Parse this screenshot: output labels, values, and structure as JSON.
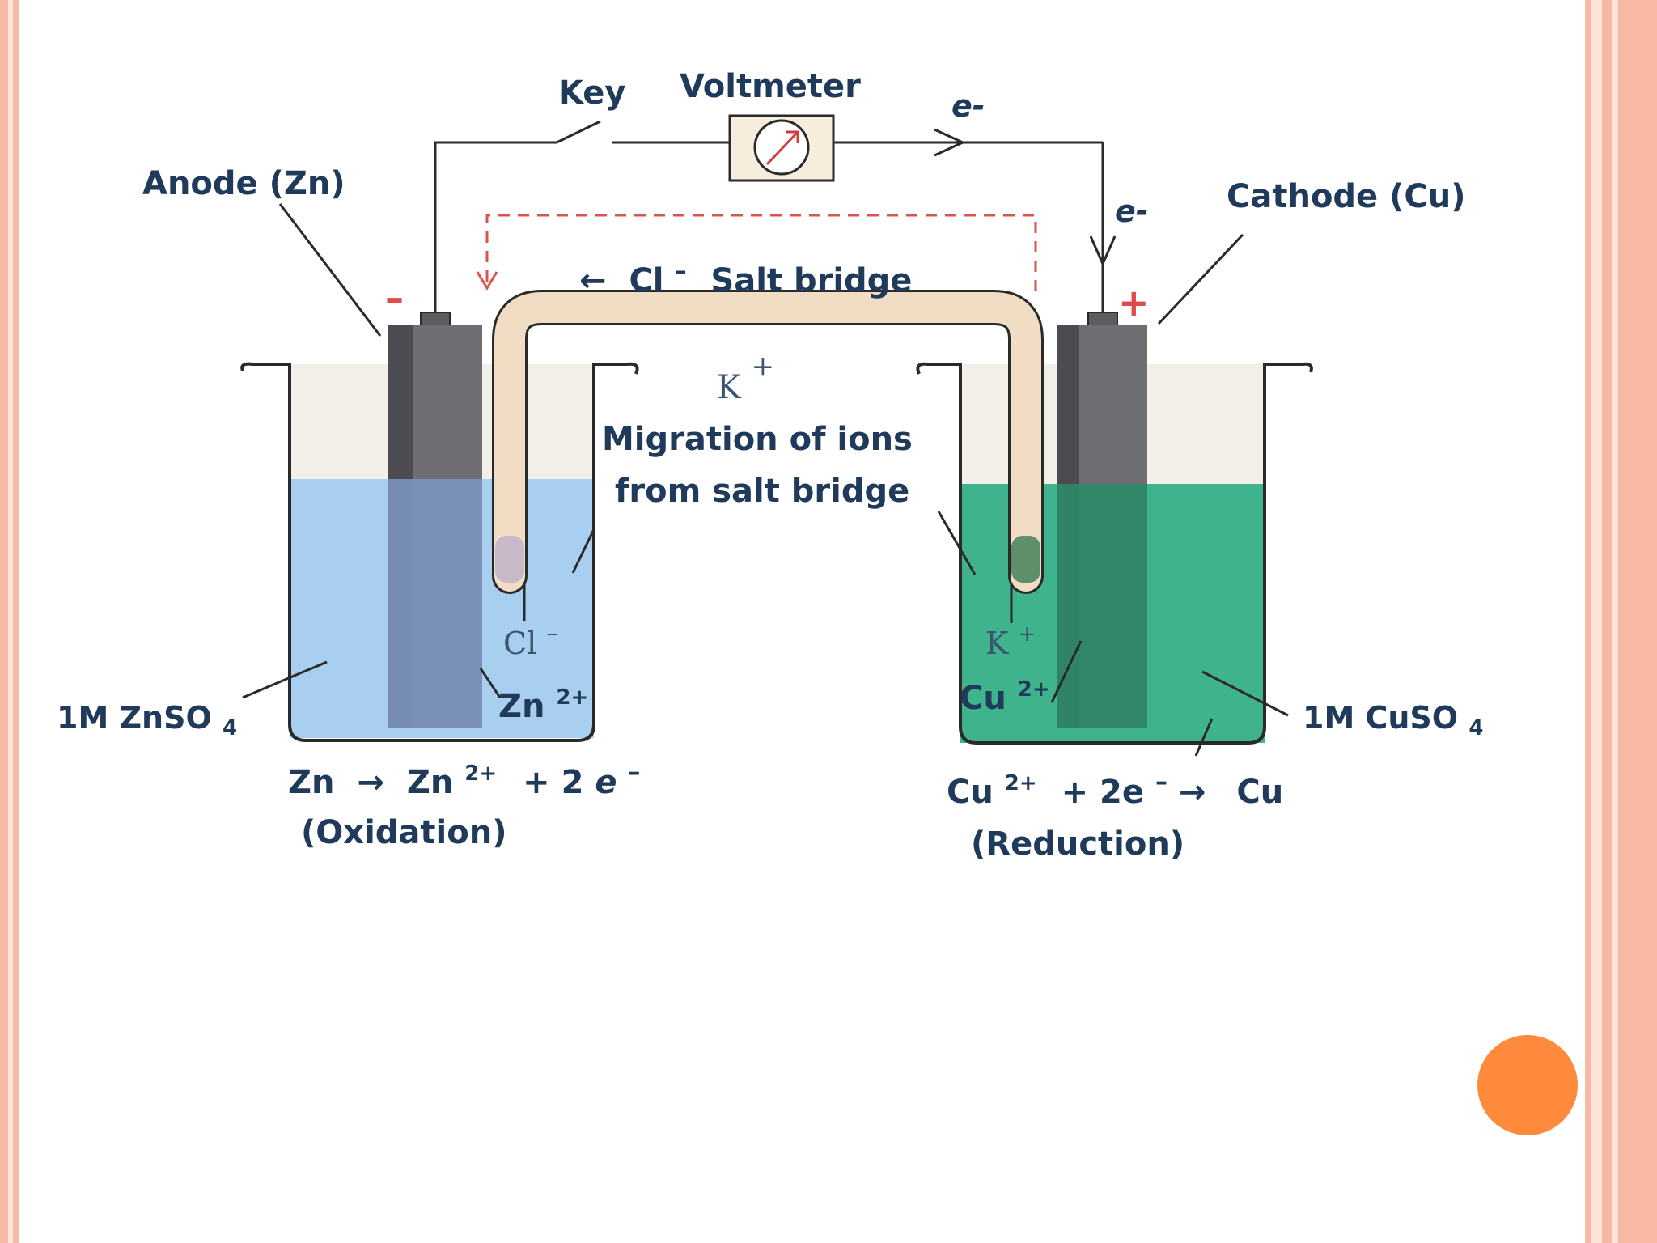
{
  "colors": {
    "frame": "#f7b9a3",
    "frame_light": "#fde3d9",
    "accent_dot": "#ff8a3c",
    "zn_solution": "#a9cff0",
    "cu_solution": "#3fb38c",
    "electrode": "#6f6f73",
    "salt_bridge": "#f1ddc3",
    "label_text": "#1f3a5a",
    "plus_minus": "#e04a4a"
  },
  "labels": {
    "key": "Key",
    "voltmeter": "Voltmeter",
    "electron_top": "e-",
    "electron_right": "e-",
    "anode": "Anode (Zn)",
    "cathode": "Cathode (Cu)",
    "minus": "–",
    "plus": "+",
    "salt_bridge_arrow": "←",
    "salt_bridge_ion": "Cl",
    "salt_bridge_ion_sup": "–",
    "salt_bridge": "Salt bridge",
    "k_ion": "K",
    "k_ion_sup": "+",
    "migration_line1": "Migration of ions",
    "migration_line2": "from salt bridge",
    "cl_left": "Cl",
    "cl_left_sup": "–",
    "k_right": "K",
    "k_right_sup": "+",
    "zn_ion": "Zn",
    "zn_ion_sup": "2+",
    "cu_ion": "Cu",
    "cu_ion_sup": "2+",
    "left_solution": "1M ZnSO",
    "left_solution_sub": "4",
    "right_solution": "1M CuSO",
    "right_solution_sub": "4",
    "ox_eq_zn": "Zn",
    "ox_eq_arrow": "→",
    "ox_eq_zn2": "Zn",
    "ox_eq_zn2_sup": "2+",
    "ox_eq_plus": "+ 2",
    "ox_eq_e": "e",
    "ox_eq_e_sup": "–",
    "oxidation": "(Oxidation)",
    "red_eq_cu": "Cu",
    "red_eq_cu_sup": "2+",
    "red_eq_plus": "+ 2e",
    "red_eq_e_sup": "–",
    "red_eq_arrow": "→",
    "red_eq_cu_out": "Cu",
    "reduction": "(Reduction)"
  }
}
